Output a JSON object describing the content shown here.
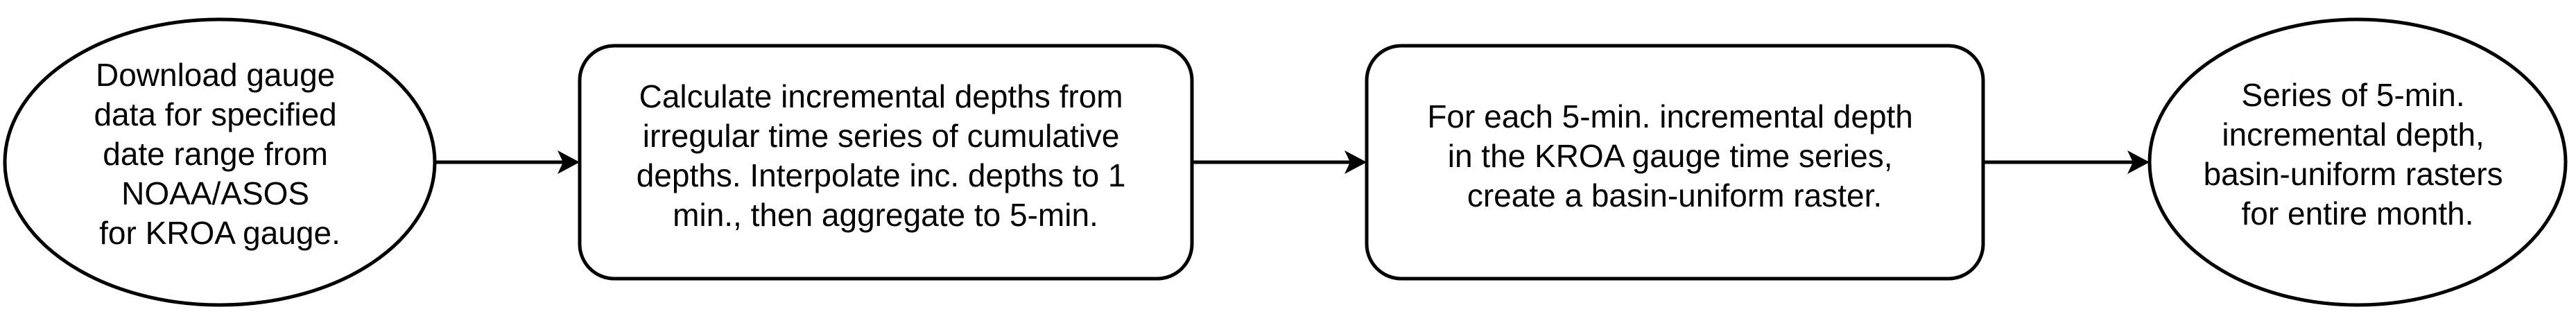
{
  "nodes": [
    {
      "id": "download",
      "shape": "ellipse",
      "lines": [
        "Download gauge",
        "data for specified",
        "date range from",
        "NOAA/ASOS",
        "for KROA gauge."
      ]
    },
    {
      "id": "calculate",
      "shape": "rounded-rectangle",
      "lines": [
        "Calculate incremental depths from",
        "irregular time series of cumulative",
        "depths. Interpolate inc. depths to 1",
        "min., then aggregate to 5-min."
      ]
    },
    {
      "id": "raster",
      "shape": "rounded-rectangle",
      "lines": [
        "For each 5-min. incremental depth",
        "in the KROA gauge time series,",
        "create a basin-uniform raster."
      ]
    },
    {
      "id": "series",
      "shape": "ellipse",
      "lines": [
        "Series of 5-min.",
        "incremental depth,",
        "basin-uniform rasters",
        "for entire month."
      ]
    }
  ],
  "edges": [
    {
      "from": "download",
      "to": "calculate"
    },
    {
      "from": "calculate",
      "to": "raster"
    },
    {
      "from": "raster",
      "to": "series"
    }
  ],
  "colors": {
    "stroke": "#000000",
    "fill": "#ffffff",
    "text": "#000000"
  }
}
